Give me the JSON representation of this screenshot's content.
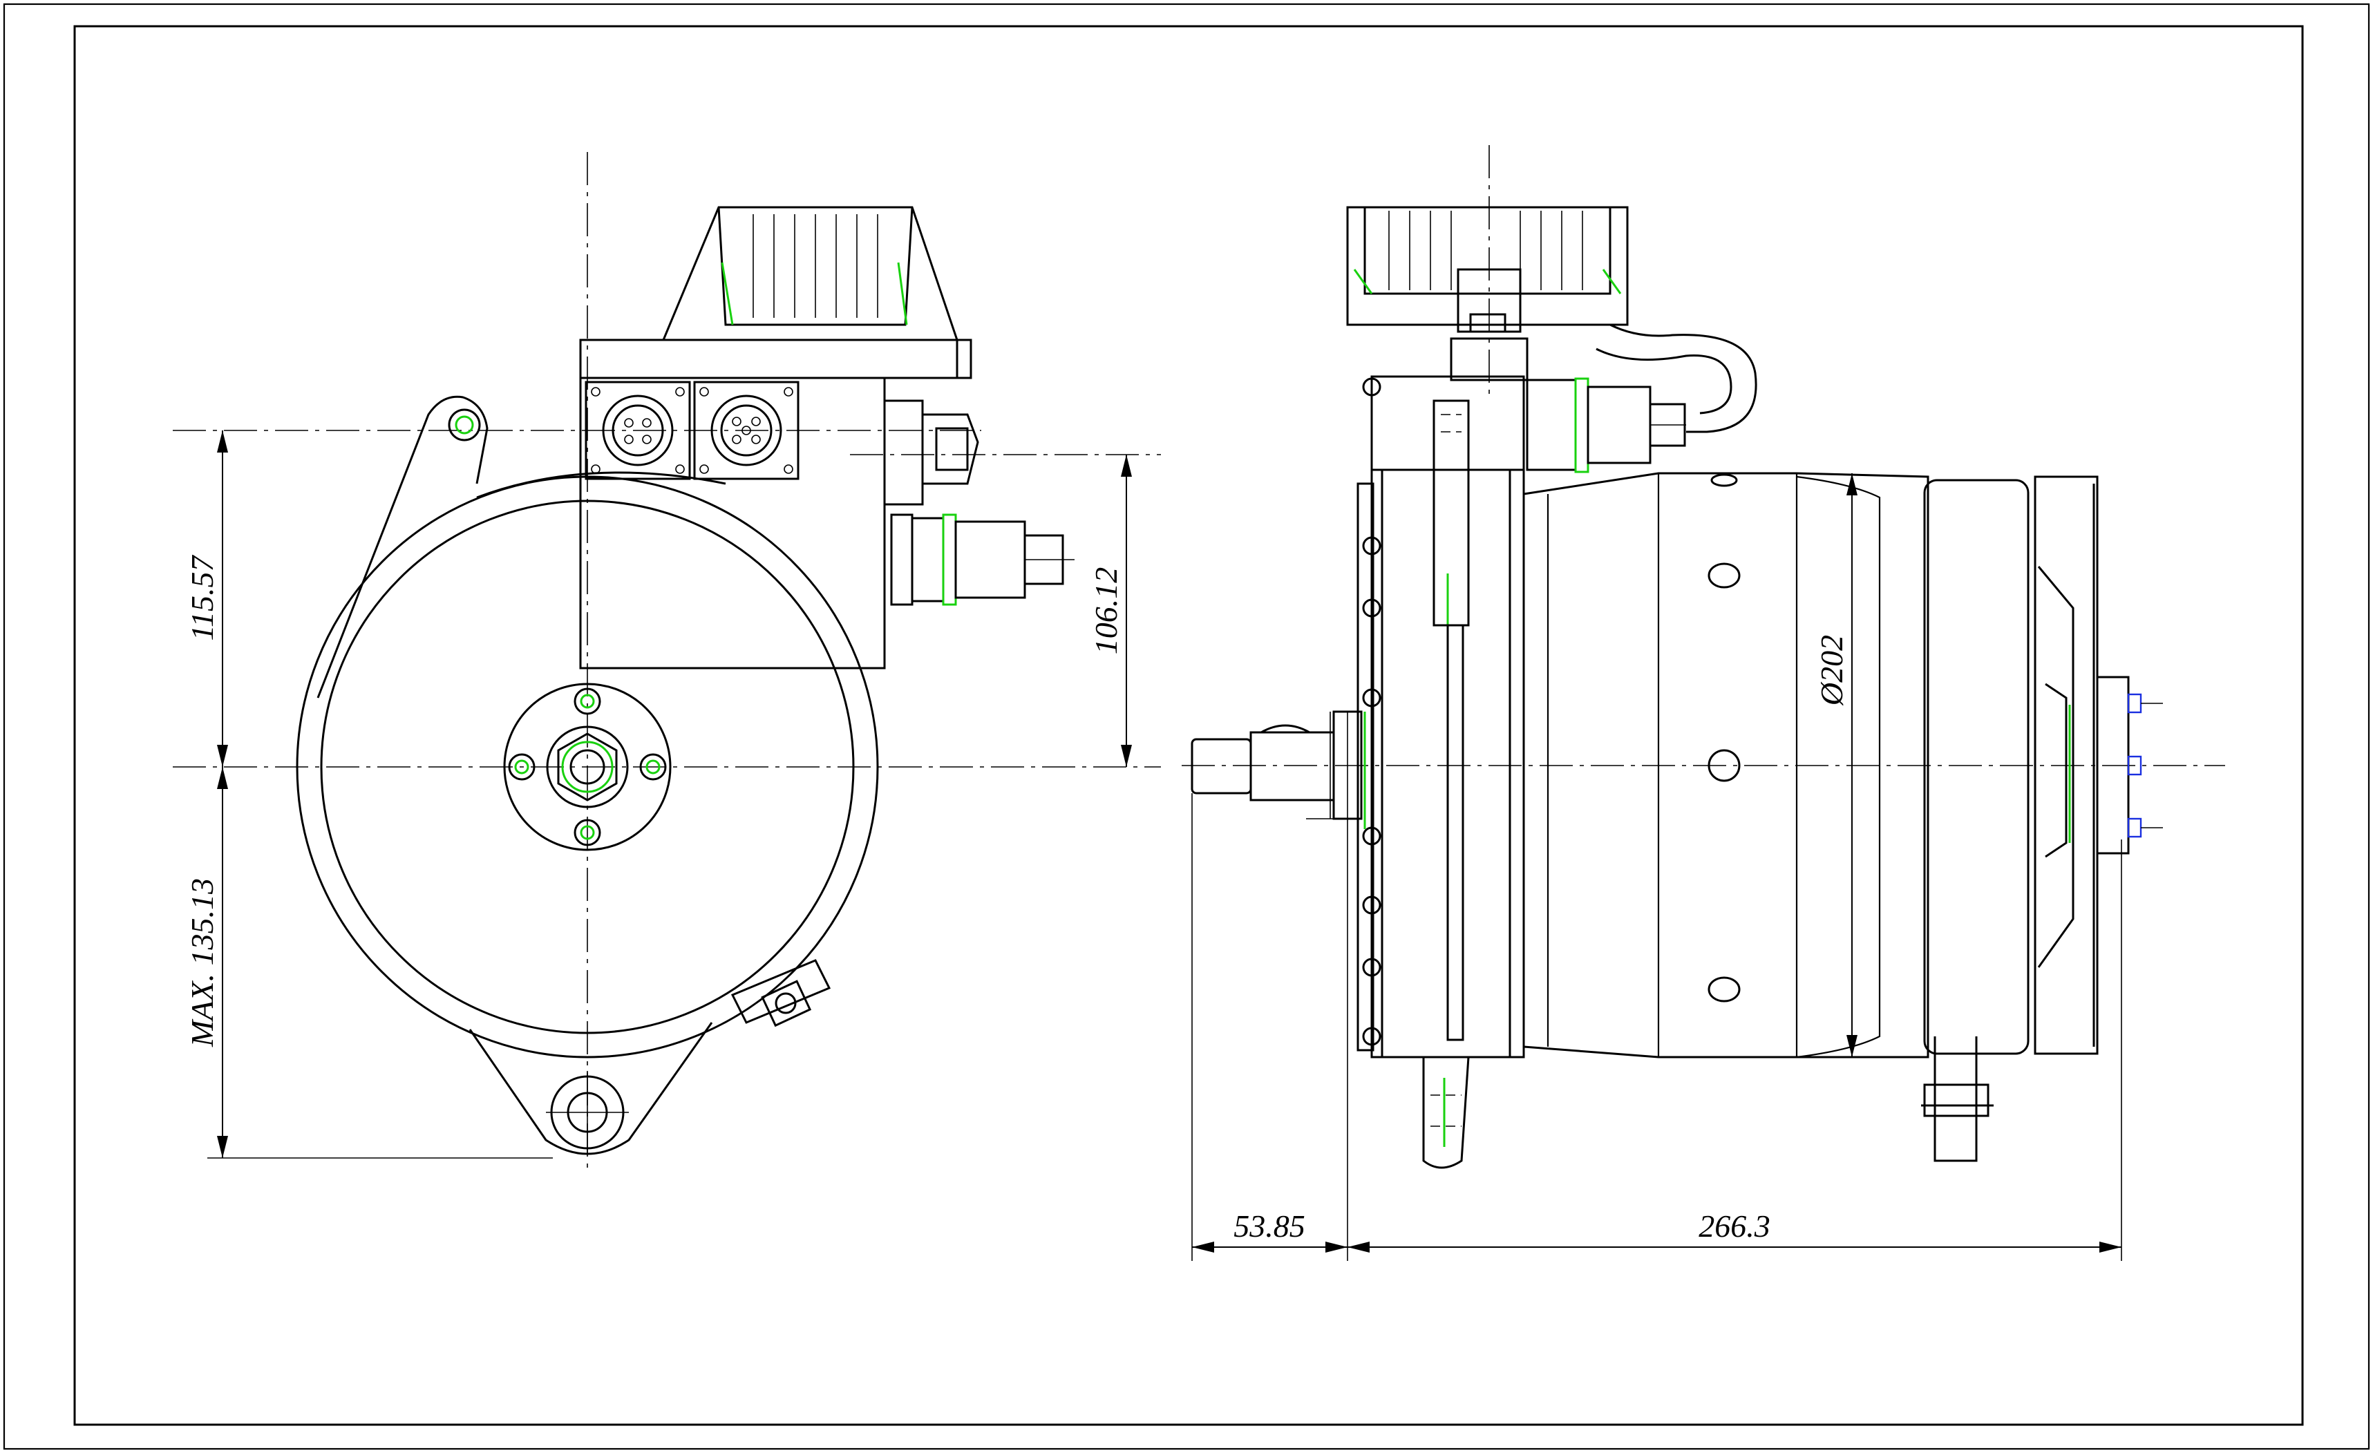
{
  "drawing": {
    "border_color": "#000000",
    "accent_colors": {
      "green": "#19d10f",
      "blue": "#1a2fe0"
    },
    "dimensions": {
      "front_upper_height": "115.57",
      "front_lower_height": "MAX. 135.13",
      "front_connector_offset": "106.12",
      "side_diameter": "Ø202",
      "side_shaft_length": "53.85",
      "side_body_length": "266.3"
    }
  }
}
